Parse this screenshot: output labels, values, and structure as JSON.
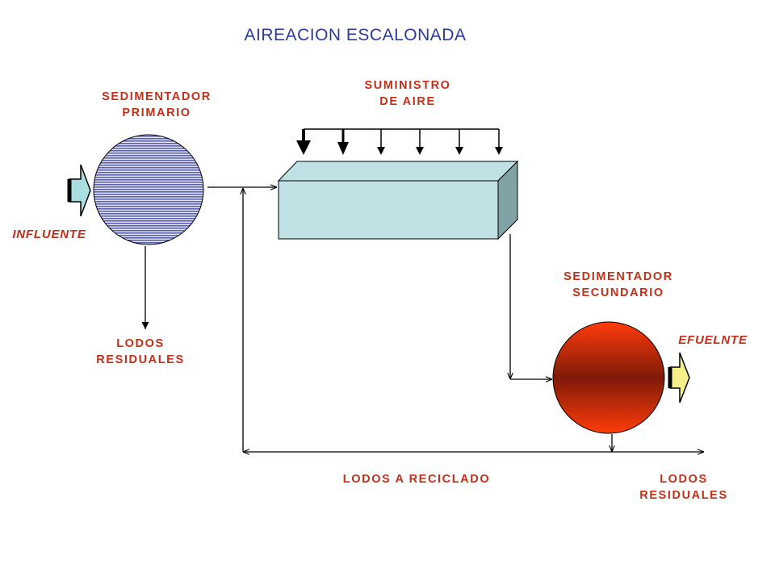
{
  "title": "AIREACION ESCALONADA",
  "labels": {
    "primary_settler": "SEDIMENTADOR\nPRIMARIO",
    "air_supply": "SUMINISTRO\nDE AIRE",
    "influent": "INFLUENTE",
    "waste_sludge_1": "LODOS\nRESIDUALES",
    "secondary_settler": "SEDIMENTADOR\nSECUNDARIO",
    "effluent": "EFUELNTE",
    "recycled_sludge": "LODOS A RECICLADO",
    "waste_sludge_2": "LODOS\nRESIDUALES"
  },
  "colors": {
    "title": "#2b3a9c",
    "label": "#c2301a",
    "tank_front": "#bfe1e3",
    "tank_side": "#7fa2a4",
    "primary_fill": "#8a90c6",
    "secondary_fill_outer": "#ff3c0a",
    "secondary_fill_center": "#7e1a08",
    "influent_arrow": "#a9dfe1",
    "effluent_arrow": "#f6f08a"
  },
  "icons": {
    "influent_arrow": "block-arrow-right",
    "effluent_arrow": "block-arrow-right",
    "air_arrows": "arrow-down"
  }
}
